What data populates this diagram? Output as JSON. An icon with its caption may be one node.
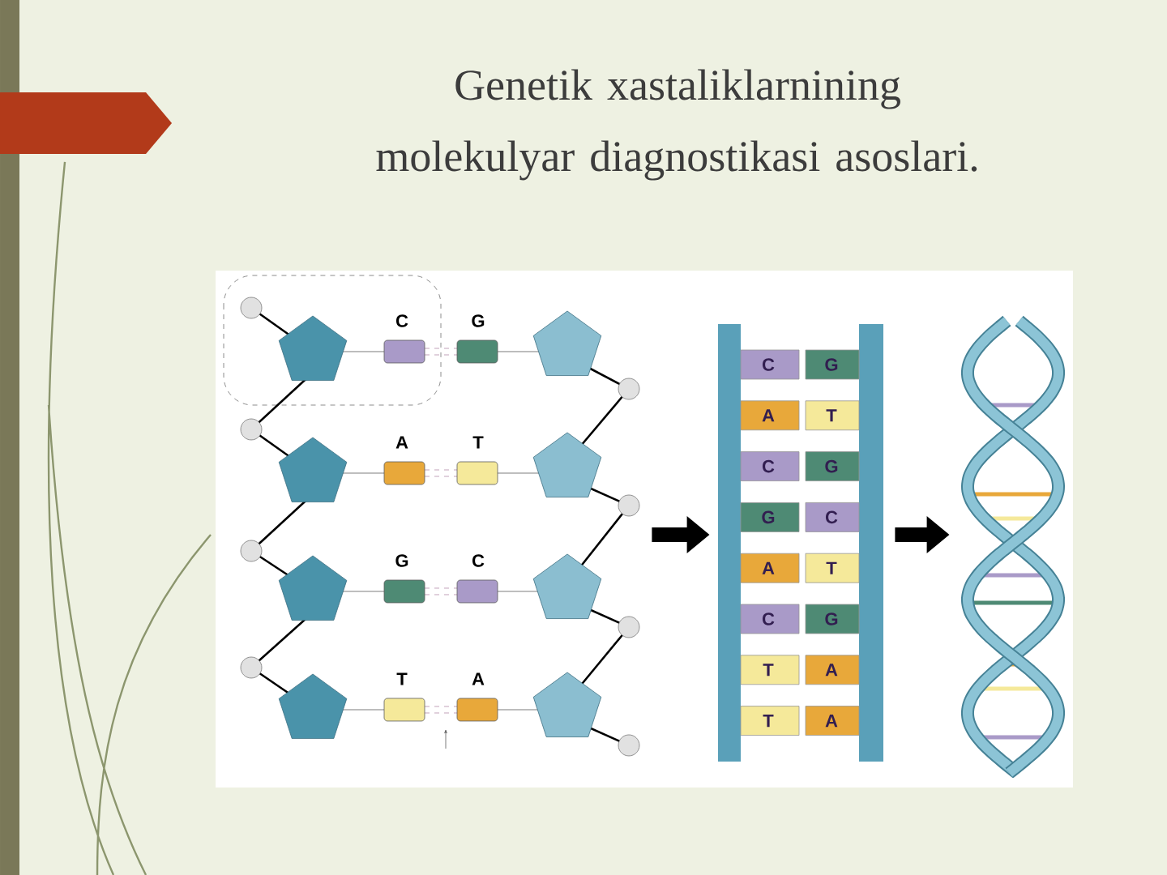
{
  "diagram": {
    "title": "Genetik xastaliklarnining molekulyar diagnostikasi asoslari.",
    "nodes": [
      {
        "text": [],
        "shape": "picture"
      },
      {
        "text": [],
        "shape": "picture"
      },
      {
        "text": [],
        "shape": "picture"
      }
    ],
    "edges": [
      {
        "from": 0,
        "to": 1,
        "arrow": "to"
      },
      {
        "from": 1,
        "to": 2,
        "arrow": "to"
      }
    ],
    "labels": [
      "C",
      "G",
      "A",
      "T",
      "G",
      "C",
      "T",
      "A",
      "C",
      "G",
      "A",
      "T",
      "C",
      "G",
      "G",
      "C",
      "A",
      "T",
      "C",
      "G",
      "T",
      "A",
      "T",
      "A"
    ]
  }
}
